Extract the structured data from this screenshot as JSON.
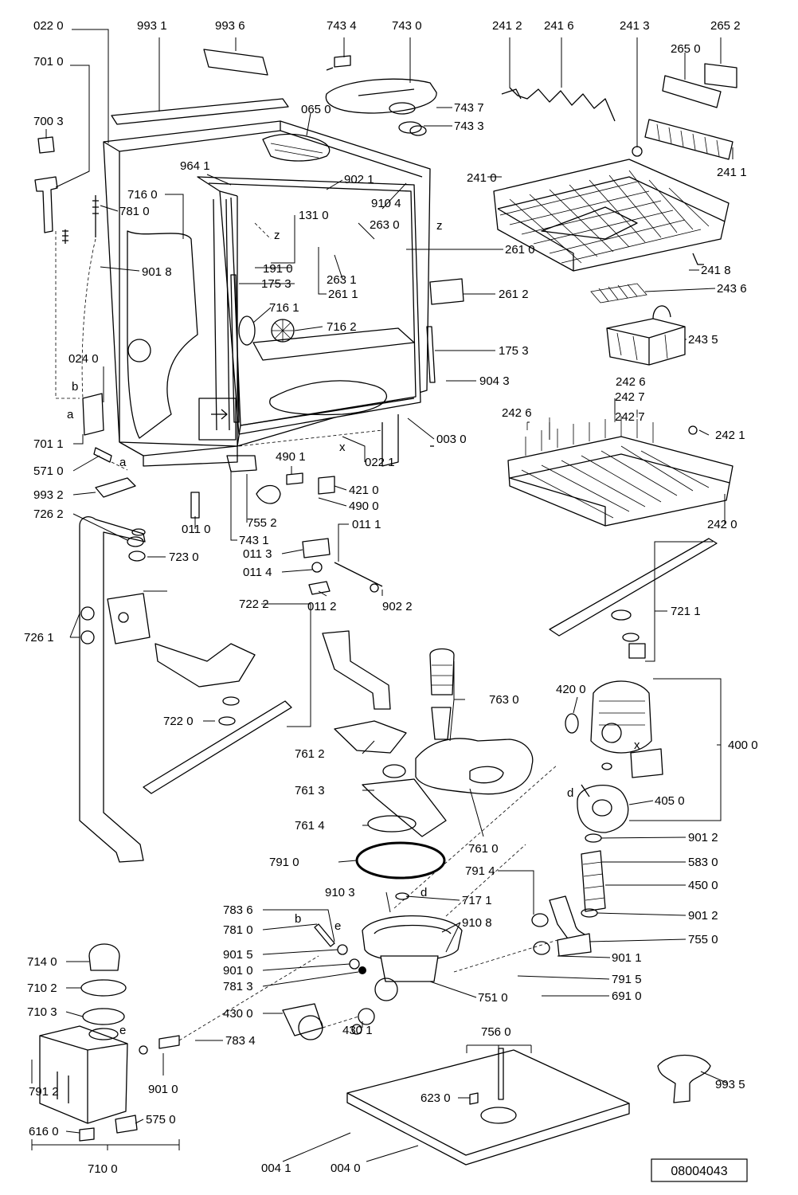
{
  "document_code": "08004043",
  "letters": [
    "z",
    "z",
    "b",
    "a",
    "a",
    "x",
    "x",
    "d",
    "e",
    "e",
    "d",
    "b"
  ],
  "labels": [
    "022 0",
    "993 1",
    "993 6",
    "743 4",
    "743 0",
    "241 2",
    "241 6",
    "241 3",
    "265 2",
    "265 0",
    "701 0",
    "065 0",
    "743 7",
    "743 3",
    "700 3",
    "964 1",
    "902 1",
    "910 4",
    "241 1",
    "241 0",
    "716 0",
    "781 0",
    "131 0",
    "263 0",
    "261 0",
    "191 0",
    "263 1",
    "241 8",
    "901 8",
    "175 3",
    "261 1",
    "261 2",
    "243 6",
    "716 1",
    "716 2",
    "243 5",
    "175 3",
    "024 0",
    "904 3",
    "242 6",
    "242 7",
    "242 7",
    "242 6",
    "242 1",
    "701 1",
    "003 0",
    "490 1",
    "022 1",
    "571 0",
    "421 0",
    "993 2",
    "490 0",
    "242 0",
    "726 2",
    "011 1",
    "755 2",
    "011 0",
    "743 1",
    "011 3",
    "723 0",
    "011 4",
    "011 2",
    "722 2",
    "902 2",
    "721 1",
    "726 1",
    "763 0",
    "420 0",
    "722 0",
    "400 0",
    "761 2",
    "761 3",
    "405 0",
    "761 4",
    "761 0",
    "901 2",
    "791 0",
    "583 0",
    "791 4",
    "450 0",
    "910 3",
    "717 1",
    "783 6",
    "910 8",
    "901 2",
    "781 0",
    "755 0",
    "901 5",
    "714 0",
    "901 0",
    "901 1",
    "781 3",
    "791 5",
    "710 2",
    "751 0",
    "691 0",
    "710 3",
    "430 0",
    "430 1",
    "783 4",
    "756 0",
    "993 5",
    "623 0",
    "901 0",
    "791 2",
    "575 0",
    "616 0",
    "004 1",
    "004 0",
    "710 0"
  ]
}
